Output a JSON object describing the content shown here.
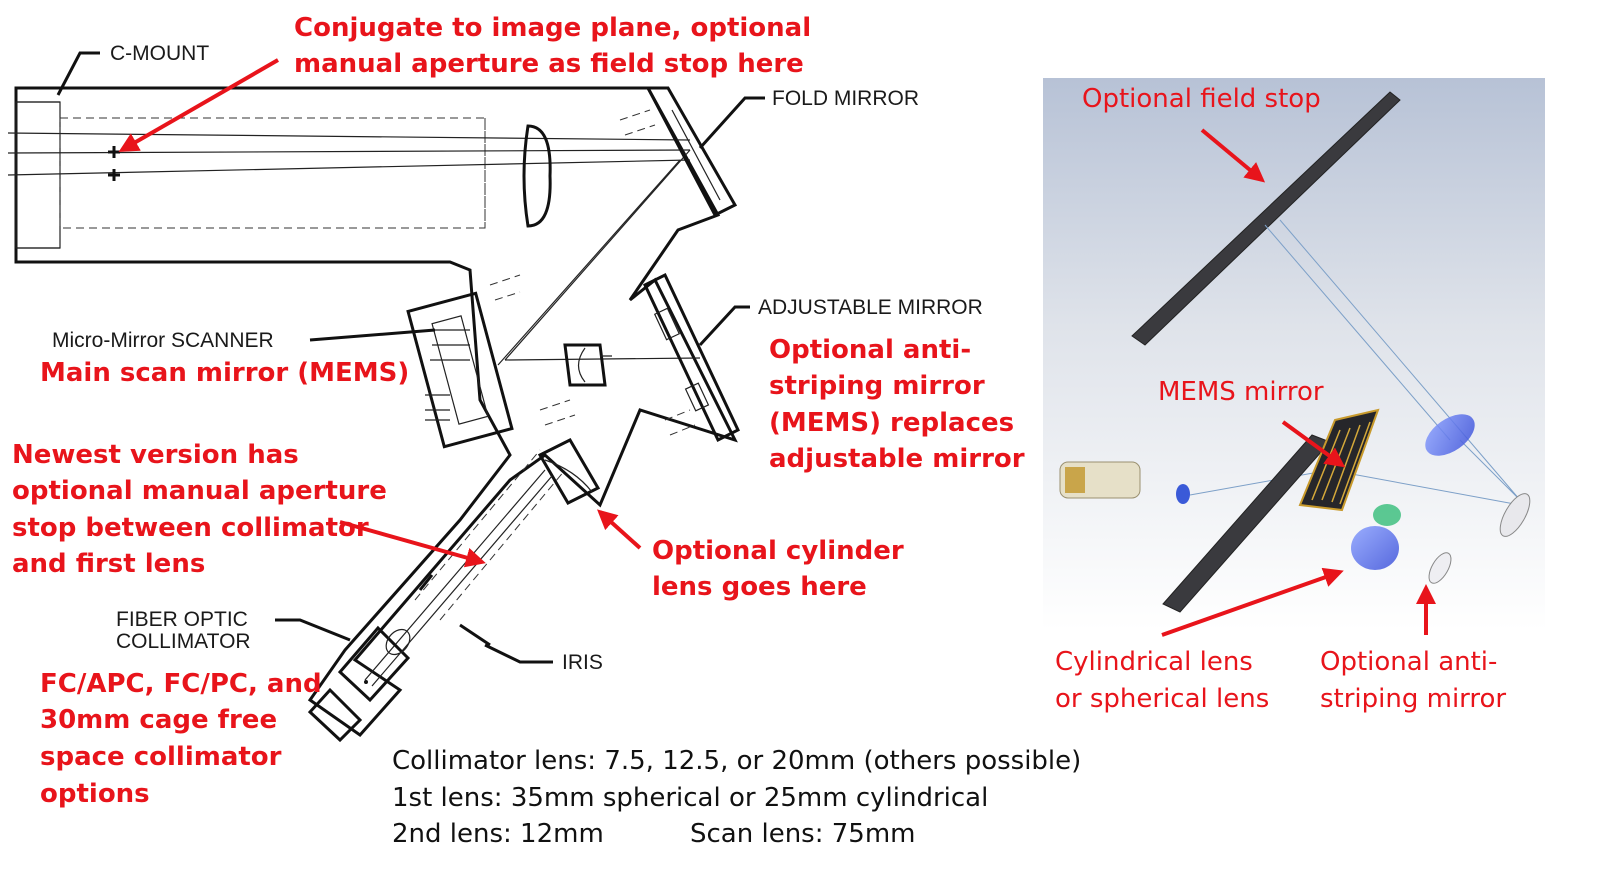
{
  "drawing_labels": {
    "c_mount": "C-MOUNT",
    "fold_mirror": "FOLD MIRROR",
    "adjustable_mirror": "ADJUSTABLE MIRROR",
    "scanner": "Micro-Mirror SCANNER",
    "fiber_line1": "FIBER OPTIC",
    "fiber_line2": "COLLIMATOR",
    "iris": "IRIS"
  },
  "annotations": {
    "conjugate_1": "Conjugate to image plane, optional",
    "conjugate_2": "manual aperture as field stop here",
    "main_scan": "Main scan mirror (MEMS)",
    "anti_1": "Optional anti-",
    "anti_2": "striping mirror",
    "anti_3": "(MEMS) replaces",
    "anti_4": "adjustable mirror",
    "newest_1": "Newest version has",
    "newest_2": "optional manual aperture",
    "newest_3": "stop between collimator",
    "newest_4": "and first lens",
    "cyl_1": "Optional cylinder",
    "cyl_2": "lens goes here",
    "fc_1": "FC/APC, FC/PC, and",
    "fc_2": "30mm cage free",
    "fc_3": "space collimator",
    "fc_4": "options"
  },
  "render_labels": {
    "field_stop": "Optional field stop",
    "mems_mirror": "MEMS mirror",
    "cyl_lens_1": "Cylindrical lens",
    "cyl_lens_2": "or spherical lens",
    "anti_1": "Optional anti-",
    "anti_2": "striping mirror"
  },
  "specs": {
    "line1": "Collimator lens: 7.5, 12.5, or 20mm (others possible)",
    "line2": "1st lens: 35mm spherical or 25mm cylindrical",
    "line3a": "2nd lens: 12mm",
    "line3b": "Scan lens: 75mm"
  },
  "colors": {
    "annotation_red": "#e8141b",
    "render_bg_top": "#b9c4d8",
    "render_bg_bottom": "#ffffff"
  }
}
